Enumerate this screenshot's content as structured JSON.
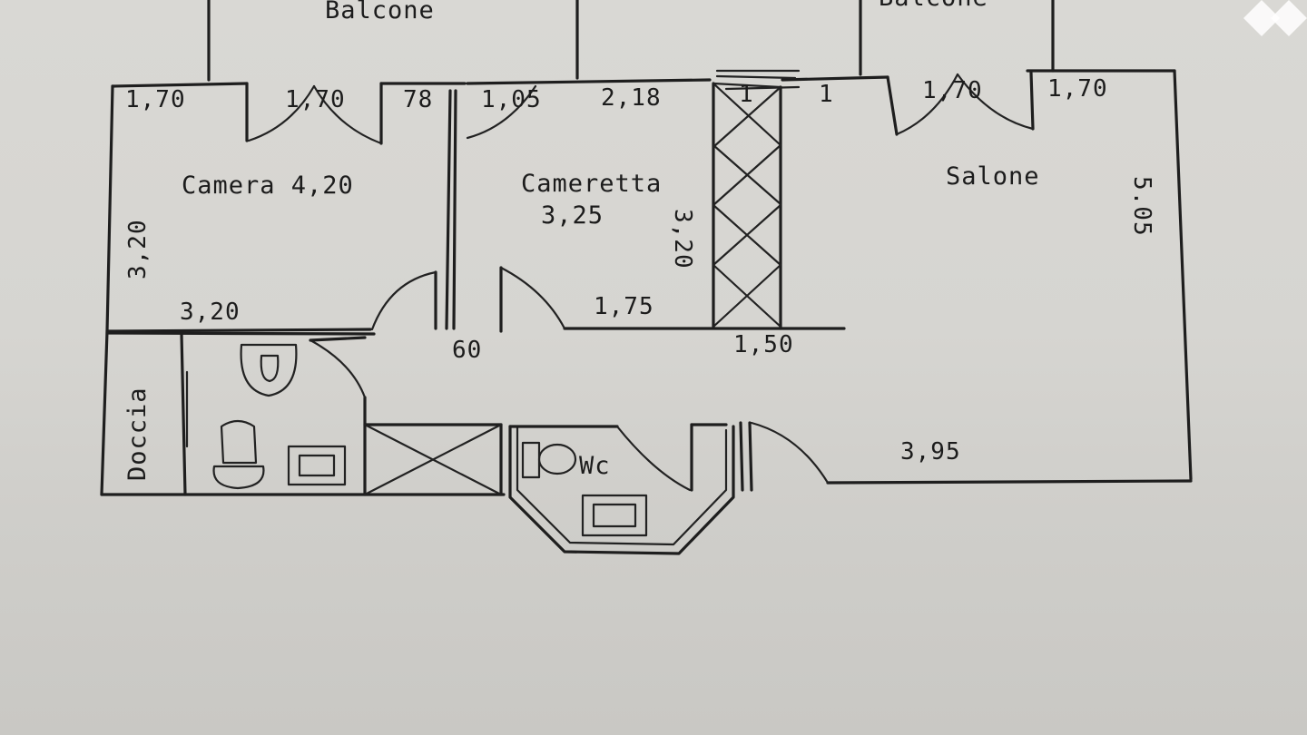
{
  "rooms": {
    "balcone_left": "Balcone",
    "balcone_right": "Balcone",
    "camera": "Camera 4,20",
    "cameretta": "Cameretta",
    "cameretta_area": "3,25",
    "salone": "Salone",
    "doccia": "Doccia",
    "wc": "Wc"
  },
  "dimensions": {
    "d1": "1,70",
    "d2": "1,70",
    "d3": "78",
    "d4": "1,05",
    "d5": "2,18",
    "d6": "1",
    "d7": "1",
    "d8": "1,70",
    "d9": "1,70",
    "d10": "3,20",
    "d11": "3,20",
    "d12": "3,20",
    "d13": "1,75",
    "d14": "5.05",
    "d15": "60",
    "d16": "1,50",
    "d17": "3,95"
  },
  "colors": {
    "ink": "#1e1e1e",
    "paper": "#d7d6d2",
    "logo": "#ffffff"
  },
  "icons": {
    "watermark": "diamond-logo-icon"
  }
}
